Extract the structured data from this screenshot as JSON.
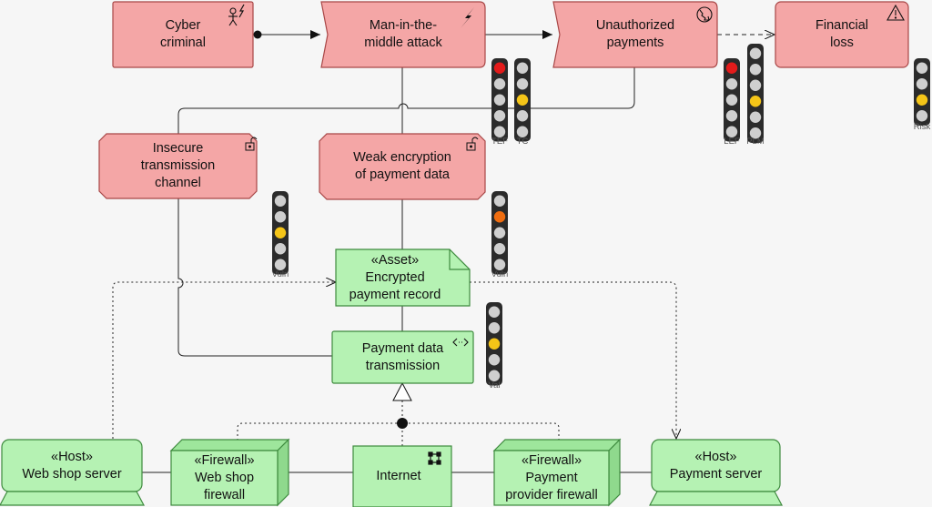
{
  "nodes": {
    "cyber_criminal": {
      "lines": [
        "Cyber",
        "criminal"
      ]
    },
    "mitm": {
      "lines": [
        "Man-in-the-",
        "middle attack"
      ]
    },
    "unauthorized": {
      "lines": [
        "Unauthorized",
        "payments"
      ]
    },
    "financial_loss": {
      "lines": [
        "Financial",
        "loss"
      ]
    },
    "insecure_channel": {
      "lines": [
        "Insecure",
        "transmission",
        "channel"
      ]
    },
    "weak_encryption": {
      "lines": [
        "Weak encryption",
        "of payment data"
      ]
    },
    "asset": {
      "lines": [
        "«Asset»",
        "Encrypted",
        "payment record"
      ]
    },
    "payment_transmission": {
      "lines": [
        "Payment data",
        "transmission"
      ]
    },
    "web_shop_server": {
      "lines": [
        "«Host»",
        "Web shop server"
      ]
    },
    "web_shop_firewall": {
      "lines": [
        "«Firewall»",
        "Web shop",
        "firewall"
      ]
    },
    "internet": {
      "lines": [
        "Internet"
      ]
    },
    "provider_firewall": {
      "lines": [
        "«Firewall»",
        "Payment",
        "provider firewall"
      ]
    },
    "payment_server": {
      "lines": [
        "«Host»",
        "Payment server"
      ]
    }
  },
  "indicators": [
    {
      "id": "tef",
      "label": "TEF",
      "active": "red"
    },
    {
      "id": "tc",
      "label": "TC",
      "active": "yellow"
    },
    {
      "id": "lef",
      "label": "LEF",
      "active": "red"
    },
    {
      "id": "plm",
      "label": "PLM",
      "active": "yellow"
    },
    {
      "id": "risk",
      "label": "Risk",
      "active": "yellow"
    },
    {
      "id": "vuln_channel",
      "label": "Vuln",
      "active": "yellow"
    },
    {
      "id": "vuln_encryption",
      "label": "Vuln",
      "active": "orange"
    },
    {
      "id": "val",
      "label": "Val",
      "active": "yellow"
    }
  ],
  "colors": {
    "threat_fill": "#f4a6a6",
    "threat_stroke": "#a84646",
    "tech_fill": "#b5f2b3",
    "tech_stroke": "#3e8a3e",
    "red": "#e31b1b",
    "orange": "#ef6d10",
    "yellow": "#f5c518",
    "off": "#cfcfcf"
  }
}
